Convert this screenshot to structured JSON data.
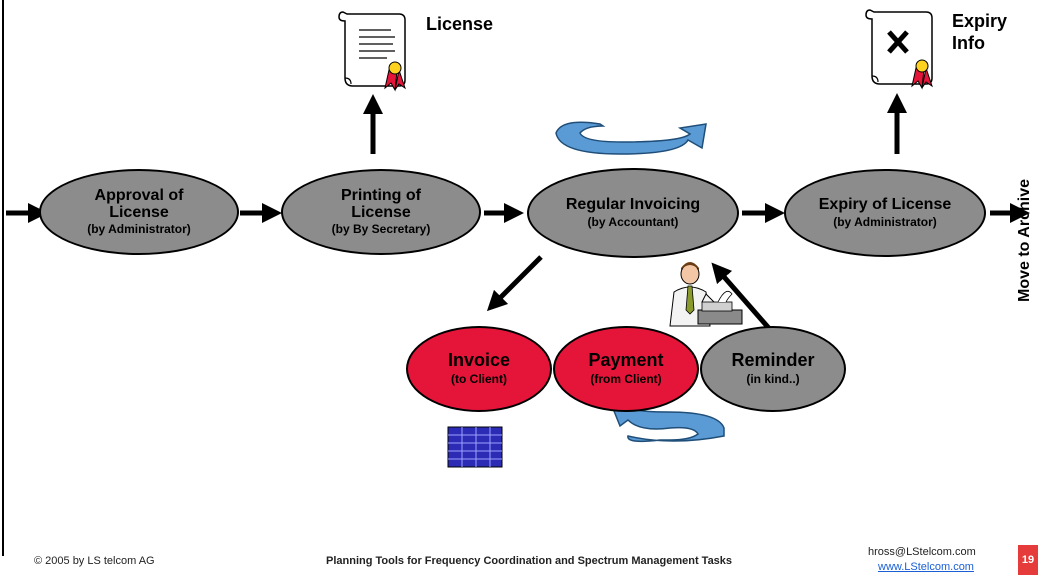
{
  "labels": {
    "license": "License",
    "expiry_info_1": "Expiry",
    "expiry_info_2": "Info",
    "archive": "Move to Archive"
  },
  "nodes": {
    "approval": {
      "title_1": "Approval of",
      "title_2": "License",
      "sub": "(by Administrator)"
    },
    "printing": {
      "title_1": "Printing of",
      "title_2": "License",
      "sub": "(by By Secretary)"
    },
    "invoicing": {
      "title_1": "Regular Invoicing",
      "sub": "(by Accountant)"
    },
    "expiry": {
      "title_1": "Expiry of License",
      "sub": "(by Administrator)"
    },
    "invoice": {
      "title_1": "Invoice",
      "sub": "(to Client)"
    },
    "payment": {
      "title_1": "Payment",
      "sub": "(from Client)"
    },
    "reminder": {
      "title_1": "Reminder",
      "sub": "(in kind..)"
    }
  },
  "footer": {
    "copyright": "© 2005 by LS telcom AG",
    "title": "Planning Tools for Frequency Coordination and Spectrum Management Tasks",
    "email": "hross@LStelcom.com",
    "website": "www.LStelcom.com",
    "page": "19"
  },
  "colors": {
    "grey": "#8c8c8c",
    "red": "#e5153a",
    "cycle_blue": "#5b9bd5",
    "spreadsheet": "#2b2bb5",
    "page_box": "#e53b3b"
  },
  "icons": [
    "license-scroll-icon",
    "expiry-scroll-icon",
    "cycle-arrow-icon",
    "spreadsheet-icon",
    "person-typing-icon"
  ]
}
